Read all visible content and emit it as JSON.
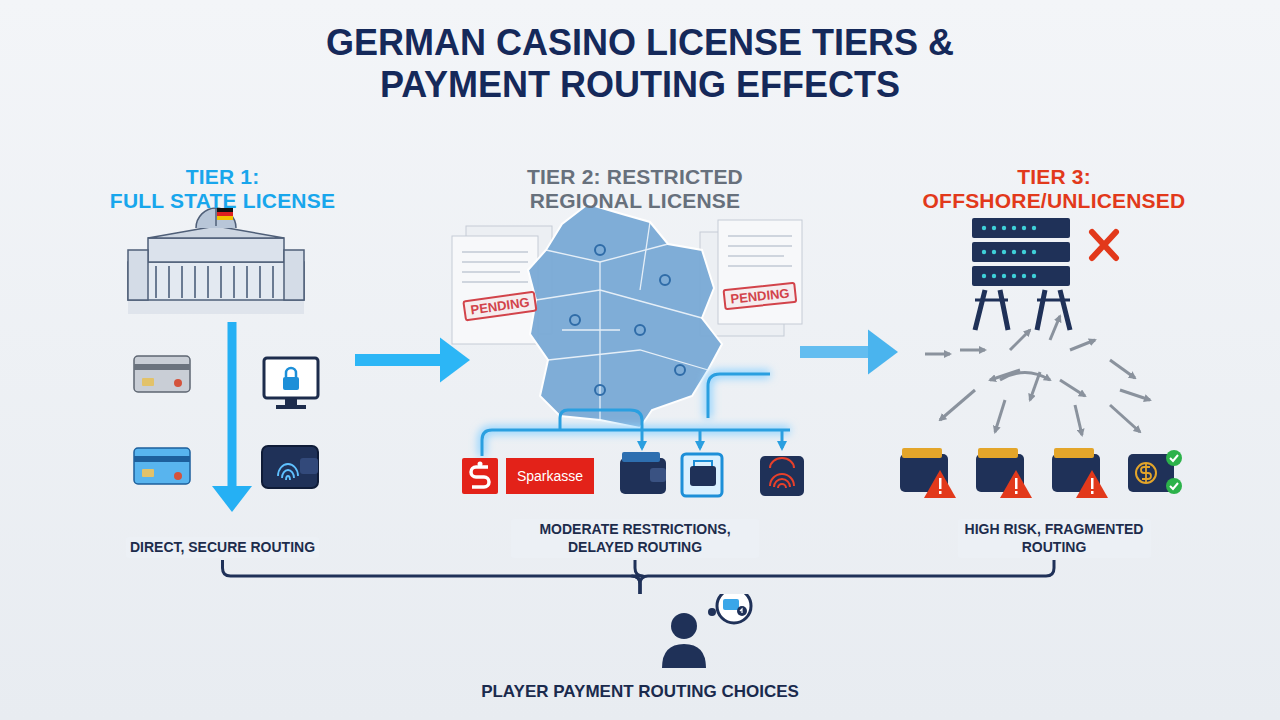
{
  "diagram": {
    "title": "GERMAN CASINO LICENSE TIERS & PAYMENT ROUTING EFFECTS",
    "nodes": [
      {
        "text": [
          "TIER 1:",
          "FULL STATE LICENSE",
          "DIRECT, SECURE ROUTING"
        ]
      },
      {
        "text": [
          "TIER 2: RESTRICTED",
          "REGIONAL LICENSE",
          "MODERATE RESTRICTIONS, DELAYED ROUTING"
        ]
      },
      {
        "text": [
          "TIER 3:",
          "OFFSHORE/UNLICENSED",
          "HIGH RISK, FRAGMENTED ROUTING"
        ]
      },
      {
        "text": [
          "PLAYER PAYMENT ROUTING CHOICES"
        ]
      }
    ],
    "edges": [
      {
        "from": 0,
        "to": 1,
        "arrow": "to"
      },
      {
        "from": 1,
        "to": 2,
        "arrow": "to"
      },
      {
        "from": 0,
        "to": 3,
        "arrow": "none"
      },
      {
        "from": 1,
        "to": 3,
        "arrow": "none"
      },
      {
        "from": 2,
        "to": 3,
        "arrow": "none"
      }
    ],
    "labels": [
      "PENDING",
      "PENDING",
      "Sparkasse"
    ]
  }
}
